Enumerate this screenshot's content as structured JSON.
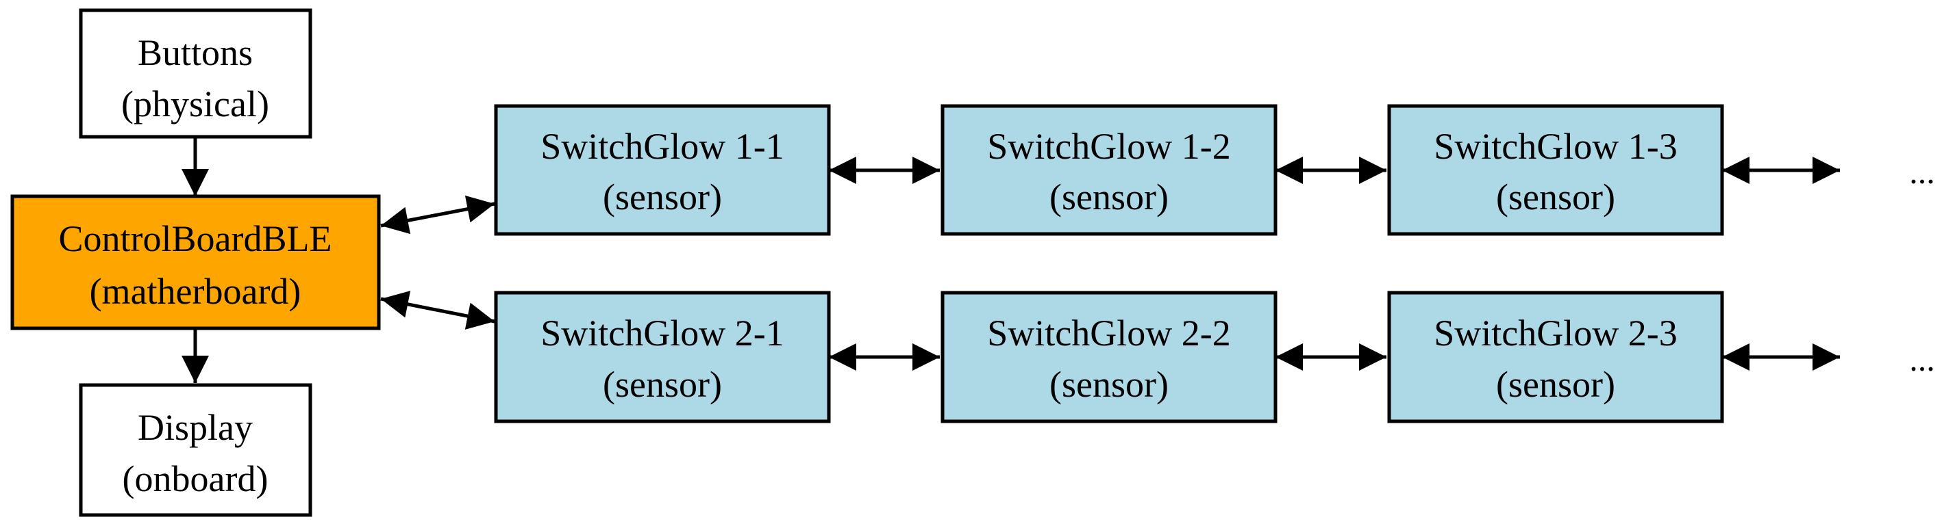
{
  "colors": {
    "controller_fill": "#ffa500",
    "sensor_fill": "#add8e6",
    "peripheral_fill": "#ffffff",
    "stroke": "#000000"
  },
  "nodes": {
    "buttons": {
      "line1": "Buttons",
      "line2": "(physical)"
    },
    "controlboard": {
      "line1": "ControlBoardBLE",
      "line2": "(matherboard)"
    },
    "display": {
      "line1": "Display",
      "line2": "(onboard)"
    },
    "sg11": {
      "line1": "SwitchGlow 1-1",
      "line2": "(sensor)"
    },
    "sg12": {
      "line1": "SwitchGlow 1-2",
      "line2": "(sensor)"
    },
    "sg13": {
      "line1": "SwitchGlow 1-3",
      "line2": "(sensor)"
    },
    "sg21": {
      "line1": "SwitchGlow 2-1",
      "line2": "(sensor)"
    },
    "sg22": {
      "line1": "SwitchGlow 2-2",
      "line2": "(sensor)"
    },
    "sg23": {
      "line1": "SwitchGlow 2-3",
      "line2": "(sensor)"
    }
  },
  "ellipsis": {
    "row1": "...",
    "row2": "..."
  },
  "edges": [
    {
      "from": "buttons",
      "to": "controlboard",
      "direction": "forward"
    },
    {
      "from": "controlboard",
      "to": "display",
      "direction": "forward"
    },
    {
      "from": "controlboard",
      "to": "sg11",
      "direction": "both"
    },
    {
      "from": "controlboard",
      "to": "sg21",
      "direction": "both"
    },
    {
      "from": "sg11",
      "to": "sg12",
      "direction": "both"
    },
    {
      "from": "sg12",
      "to": "sg13",
      "direction": "both"
    },
    {
      "from": "sg13",
      "to": "ellipsis_row1",
      "direction": "both"
    },
    {
      "from": "sg21",
      "to": "sg22",
      "direction": "both"
    },
    {
      "from": "sg22",
      "to": "sg23",
      "direction": "both"
    },
    {
      "from": "sg23",
      "to": "ellipsis_row2",
      "direction": "both"
    }
  ]
}
